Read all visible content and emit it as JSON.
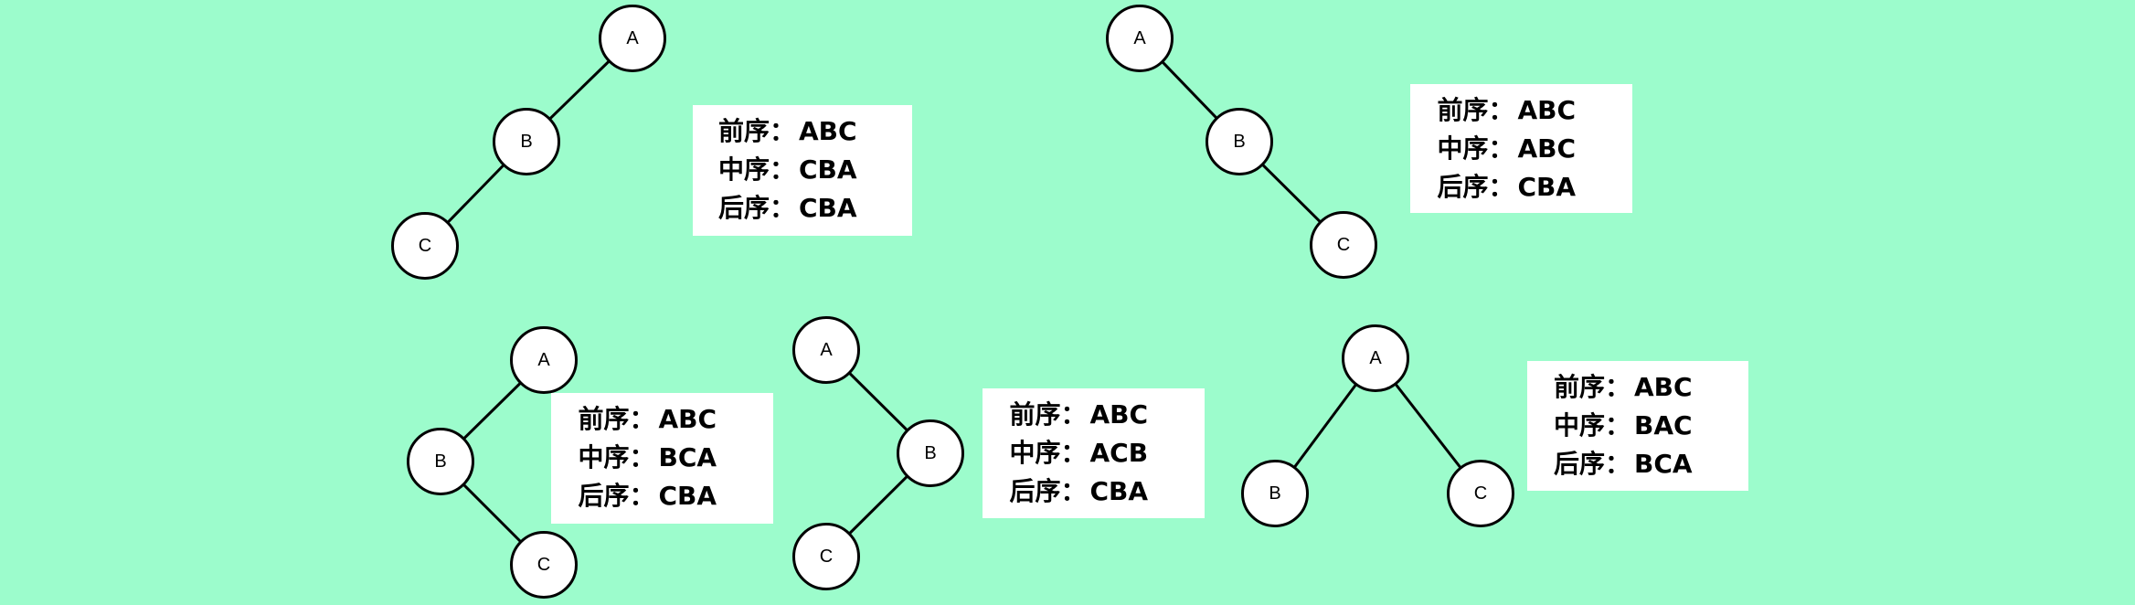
{
  "trees": [
    {
      "nodes": [
        {
          "id": "A",
          "label": "A"
        },
        {
          "id": "B",
          "label": "B"
        },
        {
          "id": "C",
          "label": "C"
        }
      ],
      "edges": [
        [
          "A",
          "B"
        ],
        [
          "B",
          "C"
        ]
      ],
      "traversal": [
        {
          "label": "前序：",
          "value": "ABC"
        },
        {
          "label": "中序：",
          "value": "CBA"
        },
        {
          "label": "后序：",
          "value": "CBA"
        }
      ]
    },
    {
      "nodes": [
        {
          "id": "A",
          "label": "A"
        },
        {
          "id": "B",
          "label": "B"
        },
        {
          "id": "C",
          "label": "C"
        }
      ],
      "edges": [
        [
          "A",
          "B"
        ],
        [
          "B",
          "C"
        ]
      ],
      "traversal": [
        {
          "label": "前序：",
          "value": "ABC"
        },
        {
          "label": "中序：",
          "value": "ABC"
        },
        {
          "label": "后序：",
          "value": "CBA"
        }
      ]
    },
    {
      "nodes": [
        {
          "id": "A",
          "label": "A"
        },
        {
          "id": "B",
          "label": "B"
        },
        {
          "id": "C",
          "label": "C"
        }
      ],
      "edges": [
        [
          "A",
          "B"
        ],
        [
          "B",
          "C"
        ]
      ],
      "traversal": [
        {
          "label": "前序：",
          "value": "ABC"
        },
        {
          "label": "中序：",
          "value": "BCA"
        },
        {
          "label": "后序：",
          "value": "CBA"
        }
      ]
    },
    {
      "nodes": [
        {
          "id": "A",
          "label": "A"
        },
        {
          "id": "B",
          "label": "B"
        },
        {
          "id": "C",
          "label": "C"
        }
      ],
      "edges": [
        [
          "A",
          "B"
        ],
        [
          "B",
          "C"
        ]
      ],
      "traversal": [
        {
          "label": "前序：",
          "value": "ABC"
        },
        {
          "label": "中序：",
          "value": "ACB"
        },
        {
          "label": "后序：",
          "value": "CBA"
        }
      ]
    },
    {
      "nodes": [
        {
          "id": "A",
          "label": "A"
        },
        {
          "id": "B",
          "label": "B"
        },
        {
          "id": "C",
          "label": "C"
        }
      ],
      "edges": [
        [
          "A",
          "B"
        ],
        [
          "A",
          "C"
        ]
      ],
      "traversal": [
        {
          "label": "前序：",
          "value": "ABC"
        },
        {
          "label": "中序：",
          "value": "BAC"
        },
        {
          "label": "后序：",
          "value": "BCA"
        }
      ]
    }
  ]
}
